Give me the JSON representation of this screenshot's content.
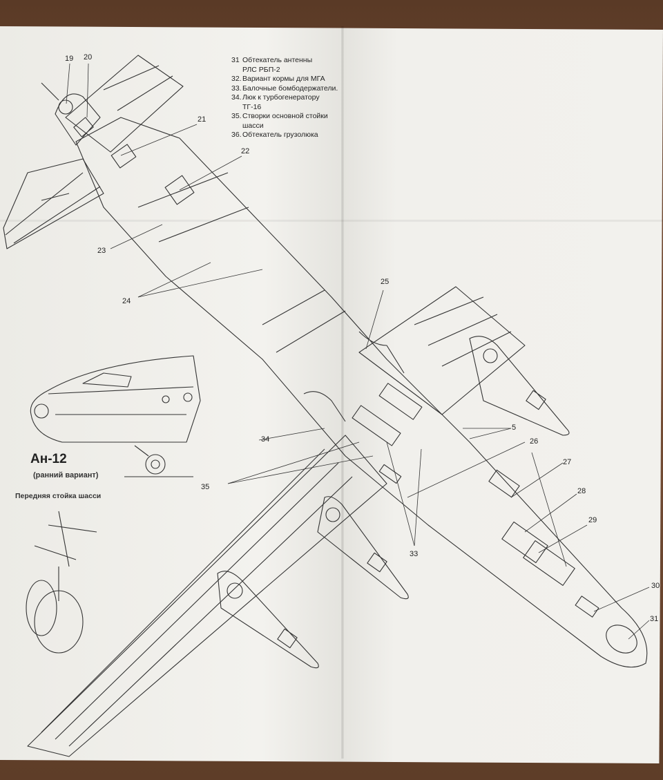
{
  "legend": [
    {
      "num": "31",
      "text": "Обтекатель антенны"
    },
    {
      "num": "",
      "text": "РЛС РБП-2"
    },
    {
      "num": "32.",
      "text": "Вариант кормы для МГА"
    },
    {
      "num": "33.",
      "text": "Балочные бомбодержатели."
    },
    {
      "num": "34.",
      "text": "Люк к турбогенератору"
    },
    {
      "num": "",
      "text": "ТГ-16"
    },
    {
      "num": "35.",
      "text": "Створки основной стойки"
    },
    {
      "num": "",
      "text": "шасси"
    },
    {
      "num": "36.",
      "text": "Обтекатель грузолюка"
    }
  ],
  "callouts": {
    "c19": "19",
    "c20": "20",
    "c21": "21",
    "c22": "22",
    "c23": "23",
    "c24": "24",
    "c25": "25",
    "c5": "5",
    "c26": "26",
    "c27": "27",
    "c28": "28",
    "c29": "29",
    "c30": "30",
    "c31": "31",
    "c33": "33",
    "c34": "34",
    "c35": "35"
  },
  "caption": {
    "title": "Ан-12",
    "subtitle": "(ранний вариант)",
    "gear": "Передняя стойка шасси"
  }
}
